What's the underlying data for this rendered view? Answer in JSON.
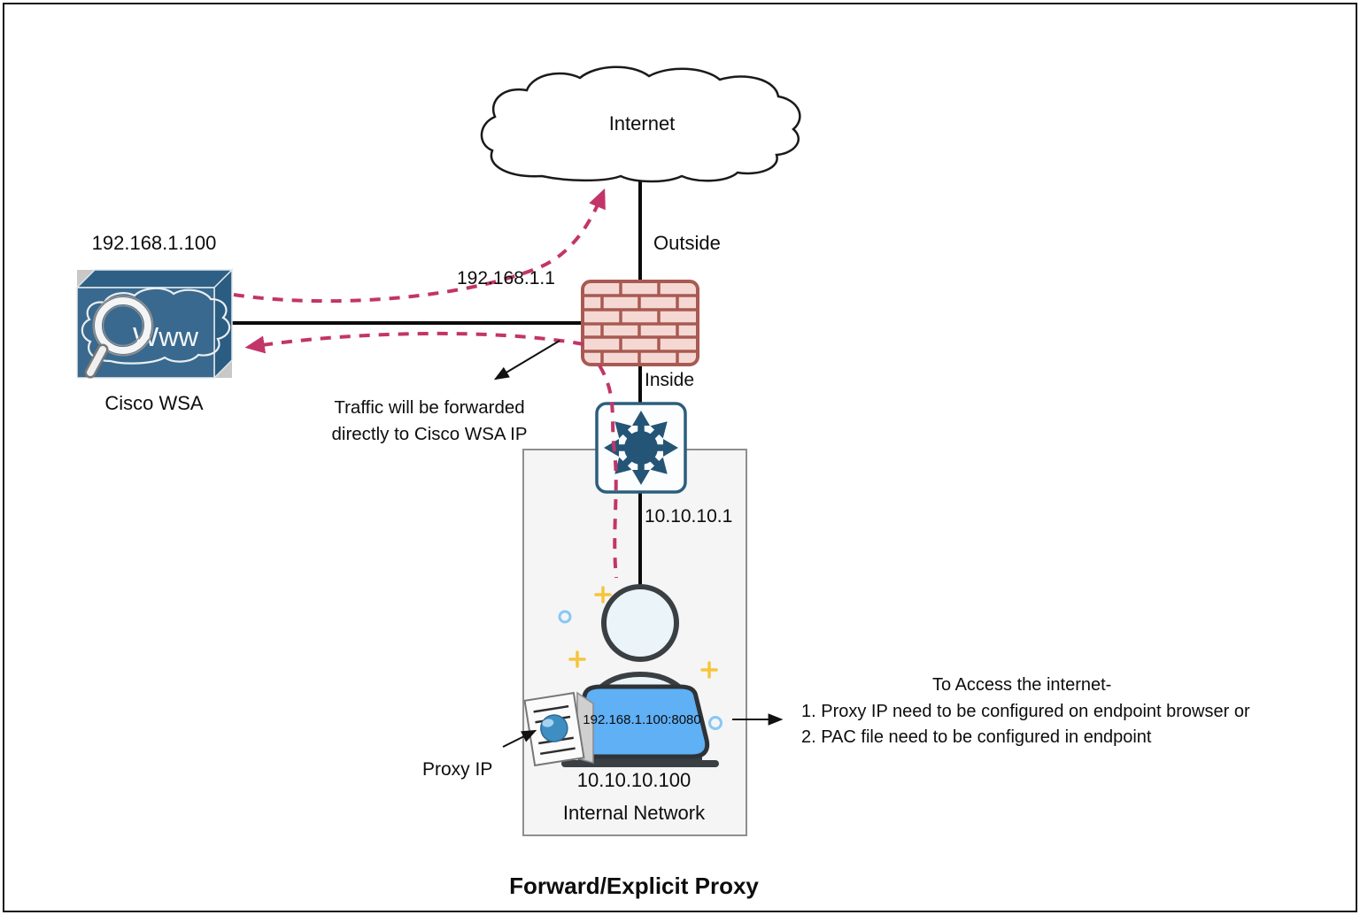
{
  "diagram": {
    "title": "Forward/Explicit Proxy"
  },
  "internet": {
    "label": "Internet"
  },
  "firewall": {
    "outside_label": "Outside",
    "inside_label": "Inside",
    "outside_ip": "192.168.1.1"
  },
  "wsa": {
    "ip": "192.168.1.100",
    "name": "Cisco WSA",
    "icon_text": "Www"
  },
  "router": {
    "inside_ip": "10.10.10.1"
  },
  "internal_network": {
    "label": "Internal Network",
    "endpoint_ip": "10.10.10.100",
    "laptop_proxy_setting": "192.168.1.100:8080",
    "proxy_ip_caption": "Proxy IP"
  },
  "notes": {
    "forward_line1": "Traffic will be forwarded",
    "forward_line2": "directly to Cisco WSA IP",
    "access_title": "To Access the internet-",
    "access_item1": "1. Proxy IP need to be configured on endpoint browser or",
    "access_item2": "2. PAC file need to be configured in endpoint"
  },
  "colors": {
    "flow_accent": "#c23568",
    "firewall_fill": "#f5d8d3",
    "firewall_line": "#a85a52",
    "router_blue": "#2b5e7d",
    "wsa_blue": "#39698e",
    "laptop_blue": "#5fb0f5",
    "internal_box_fill": "#f5f5f5"
  }
}
